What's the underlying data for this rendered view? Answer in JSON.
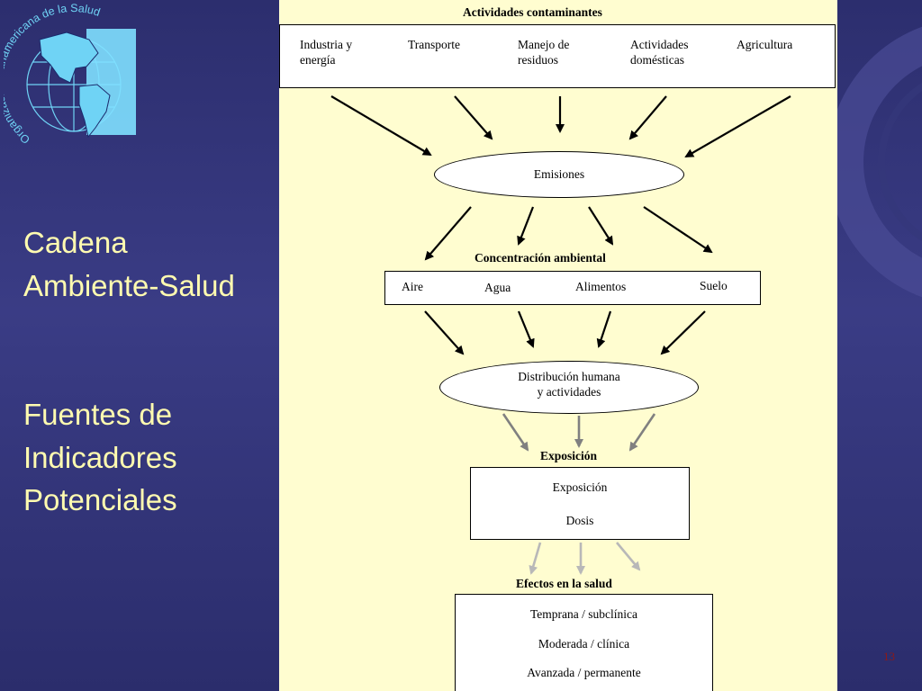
{
  "logo_text": "Organización Panamericana de la Salud",
  "left": {
    "title_line1": "Cadena",
    "title_line2": "Ambiente-Salud",
    "sub_line1": "Fuentes de",
    "sub_line2": "Indicadores",
    "sub_line3": "Potenciales"
  },
  "diagram": {
    "activities_header": "Actividades contaminantes",
    "activities": [
      {
        "line1": "Industria y",
        "line2": "energía"
      },
      {
        "line1": "Transporte",
        "line2": ""
      },
      {
        "line1": "Manejo de",
        "line2": "residuos"
      },
      {
        "line1": "Actividades",
        "line2": "domésticas"
      },
      {
        "line1": "Agricultura",
        "line2": ""
      }
    ],
    "emissions": "Emisiones",
    "concentration_header": "Concentración ambiental",
    "media": [
      "Aire",
      "Agua",
      "Alimentos",
      "Suelo"
    ],
    "distribution_line1": "Distribución humana",
    "distribution_line2": "y actividades",
    "exposure_header": "Exposición",
    "exposure_box": {
      "top": "Exposición",
      "bottom": "Dosis"
    },
    "effects_header": "Efectos en la salud",
    "effects": [
      "Temprana / subclínica",
      "Moderada / clínica",
      "Avanzada / permanente"
    ]
  },
  "slide_number": "13",
  "colors": {
    "background": "#2c2e6e",
    "diagram_bg": "#fffdd0",
    "title_text": "#fffbb0",
    "globe": "#6fd3f5"
  }
}
